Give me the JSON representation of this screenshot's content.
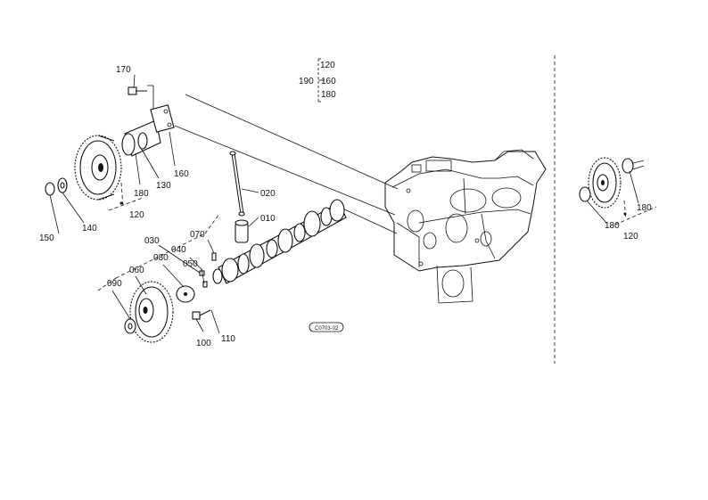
{
  "labels": {
    "p010": "010",
    "p020": "020",
    "p030": "030",
    "p040": "040",
    "p050": "050",
    "p060": "060",
    "p070": "070",
    "p080": "080",
    "p090": "090",
    "p100": "100",
    "p110": "110",
    "p120_top": "120",
    "p120_left": "120",
    "p120_right": "120",
    "p130": "130",
    "p140": "140",
    "p150": "150",
    "p160_top": "160",
    "p160_left": "160",
    "p170": "170",
    "p180_top": "180",
    "p180_left": "180",
    "p180_right_a": "180",
    "p180_right_b": "180",
    "p190": "190"
  },
  "diagram_code": "C0703-02"
}
